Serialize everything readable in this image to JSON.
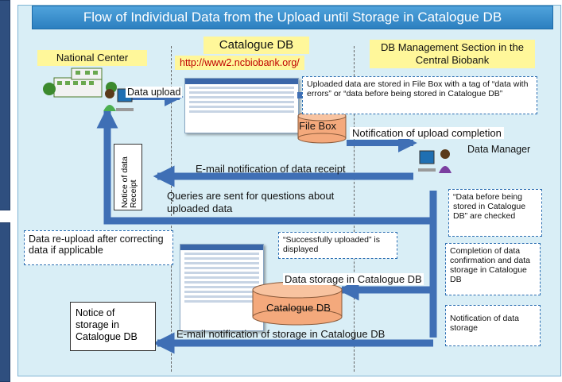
{
  "title": "Flow of Individual Data from the Upload until Storage in Catalogue DB",
  "columns": {
    "national_center": "National Center",
    "catalogue_db": "Catalogue DB",
    "catalogue_url": "http://www2.ncbiobank.org/",
    "db_management": "DB Management Section in the Central Biobank"
  },
  "actors": {
    "data_manager": "Data Manager"
  },
  "databases": {
    "file_box": "File Box",
    "catalogue_db": "Catalogue DB"
  },
  "flow_labels": {
    "data_upload": "Data upload",
    "notification_upload_completion": "Notification of upload completion",
    "email_data_receipt": "E-mail notification of data receipt",
    "queries": "Queries are sent for questions about uploaded data",
    "data_storage": "Data storage in Catalogue DB",
    "email_storage": "E-mail notification of storage in Catalogue DB"
  },
  "notes": {
    "uploaded_stored": "Uploaded data are stored in File Box with a tag of “data with errors” or “data before being stored in Catalogue DB”",
    "checked": "“Data before being stored in Catalogue DB” are checked",
    "successfully_uploaded": "“Successfully uploaded” is displayed",
    "completion": "Completion of data confirmation and data storage in Catalogue DB",
    "notification_storage": "Notification of data storage",
    "reupload": "Data re-upload after correcting data if applicable",
    "notice_receipt": "Notice of data Receipt",
    "notice_storage": "Notice of storage in Catalogue DB"
  },
  "colors": {
    "title_bar": "#2c7fc0",
    "panel": "#d9eef6",
    "arrow": "#3f6fb5",
    "database_orange": "#f4a97c",
    "url_red": "#c00000",
    "highlight_yellow": "#fff79a"
  }
}
